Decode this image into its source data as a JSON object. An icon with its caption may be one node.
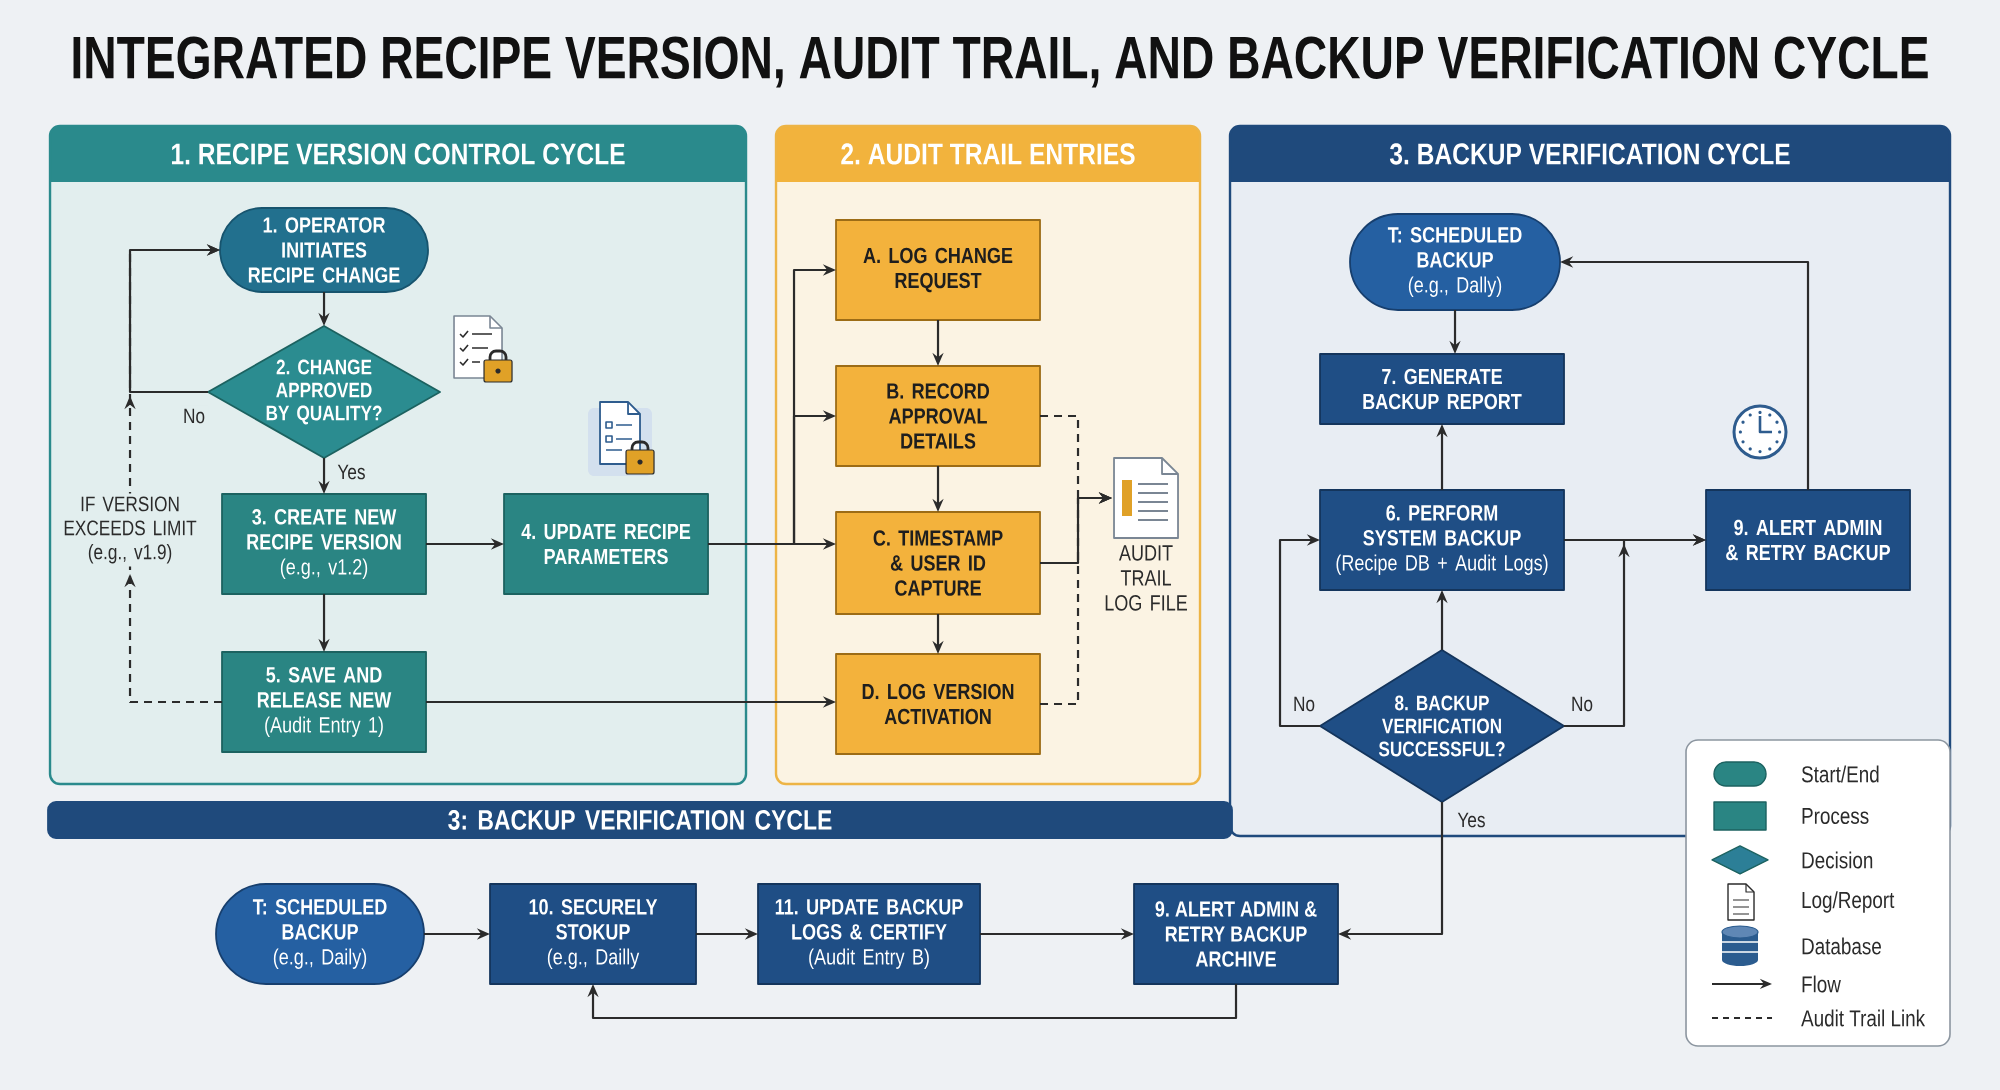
{
  "diagram": {
    "title": "INTEGRATED RECIPE VERSION, AUDIT TRAIL, AND BACKUP VERIFICATION CYCLE",
    "nodes": [
      {
        "text": [
          "1. RECIPE VERSION CONTROL CYCLE"
        ]
      },
      {
        "text": [
          "1. OPERATOR INITIATES RECIPE CHANGE"
        ],
        "in": 0
      },
      {
        "text": [
          "2. CHANGE APPROVED BY QUALITY?"
        ],
        "in": 0
      },
      {
        "text": [
          "3. CREATE NEW RECIPE VERSION",
          "(e.g., v1.2)"
        ],
        "in": 0
      },
      {
        "text": [
          "4. UPDATE RECIPE PARAMETERS"
        ],
        "in": 0
      },
      {
        "text": [
          "5. SAVE AND RELEASE NEW",
          "(Audit Entry 1)"
        ],
        "in": 0
      },
      {
        "text": [
          "2. AUDIT TRAIL ENTRIES"
        ]
      },
      {
        "text": [
          "A. LOG CHANGE REQUEST"
        ],
        "in": 6
      },
      {
        "text": [
          "B. RECORD APPROVAL DETAILS"
        ],
        "in": 6
      },
      {
        "text": [
          "C. TIMESTAMP & USER ID CAPTURE"
        ],
        "in": 6
      },
      {
        "text": [
          "D. LOG VERSION ACTIVATION"
        ],
        "in": 6
      },
      {
        "text": [],
        "shape": "document",
        "beside": [
          "AUDIT TRAIL LOG FILE"
        ],
        "in": 6
      },
      {
        "text": [
          "3. BACKUP VERIFICATION CYCLE"
        ]
      },
      {
        "text": [
          "T: SCHEDULED BACKUP",
          "(e.g., Dally)"
        ],
        "in": 12
      },
      {
        "text": [
          "7. GENERATE BACKUP REPORT"
        ],
        "in": 12
      },
      {
        "text": [
          "6. PERFORM SYSTEM BACKUP",
          "(Recipe DB + Audit Logs)"
        ],
        "in": 12
      },
      {
        "text": [
          "9. ALERT ADMIN & RETRY BACKUP"
        ],
        "in": 12
      },
      {
        "text": [
          "8. BACKUP VERIFICATION SUCCESSFUL?"
        ],
        "in": 12
      },
      {
        "text": [
          "3: BACKUP VERIFICATION CYCLE"
        ]
      },
      {
        "text": [
          "T: SCHEDULED BACKUP",
          "(e.g., Daily)"
        ]
      },
      {
        "text": [
          "10. SECURELY STOKUP",
          "(e.g., Dailly"
        ]
      },
      {
        "text": [
          "11. UPDATE BACKUP LOGS & CERTIFY",
          "(Audit Entry B)"
        ]
      },
      {
        "text": [
          "9. ALERT ADMIN & RETRY BACKUP ARCHIVE"
        ]
      }
    ],
    "edges": [
      {
        "from": 1,
        "to": 2,
        "arrow": "to"
      },
      {
        "from": 2,
        "to": 3,
        "arrow": "to",
        "label": "Yes"
      },
      {
        "from": 2,
        "to": 1,
        "arrow": "to",
        "label": "No"
      },
      {
        "from": 3,
        "to": 4,
        "arrow": "to"
      },
      {
        "from": 3,
        "to": 5,
        "arrow": "to"
      },
      {
        "from": 5,
        "to": 1,
        "arrow": "to",
        "style": "dashed",
        "label": "IF VERSION EXCEEDS LIMIT (e.g., v1.9)"
      },
      {
        "from": 4,
        "to": 7,
        "arrow": "to"
      },
      {
        "from": 4,
        "to": 8,
        "arrow": "to"
      },
      {
        "from": 4,
        "to": 9,
        "arrow": "to"
      },
      {
        "from": 5,
        "to": 10,
        "arrow": "to"
      },
      {
        "from": 7,
        "to": 8,
        "arrow": "to"
      },
      {
        "from": 8,
        "to": 9,
        "arrow": "to"
      },
      {
        "from": 9,
        "to": 10,
        "arrow": "to"
      },
      {
        "from": 8,
        "to": 11,
        "arrow": "to",
        "style": "dashed"
      },
      {
        "from": 9,
        "to": 11,
        "arrow": "to"
      },
      {
        "from": 10,
        "to": 11,
        "arrow": "to",
        "style": "dashed"
      },
      {
        "from": 13,
        "to": 14,
        "arrow": "to"
      },
      {
        "from": 15,
        "to": 14,
        "arrow": "to"
      },
      {
        "from": 17,
        "to": 15,
        "arrow": "to"
      },
      {
        "from": 17,
        "to": 15,
        "arrow": "to",
        "label": "No"
      },
      {
        "from": 15,
        "to": 16,
        "arrow": "to"
      },
      {
        "from": 17,
        "to": 16,
        "arrow": "to",
        "label": "No"
      },
      {
        "from": 16,
        "to": 13,
        "arrow": "to"
      },
      {
        "from": 17,
        "to": 22,
        "arrow": "to",
        "label": "Yes"
      },
      {
        "from": 19,
        "to": 20,
        "arrow": "to"
      },
      {
        "from": 20,
        "to": 21,
        "arrow": "to"
      },
      {
        "from": 21,
        "to": 22,
        "arrow": "to"
      },
      {
        "from": 22,
        "to": 20,
        "arrow": "to"
      }
    ],
    "legend": [
      {
        "text": "Start/End"
      },
      {
        "text": "Process"
      },
      {
        "text": "Decision"
      },
      {
        "text": "Log/Report"
      },
      {
        "text": "Database"
      },
      {
        "text": "Flow"
      },
      {
        "text": "Audit Trail Link"
      }
    ]
  }
}
